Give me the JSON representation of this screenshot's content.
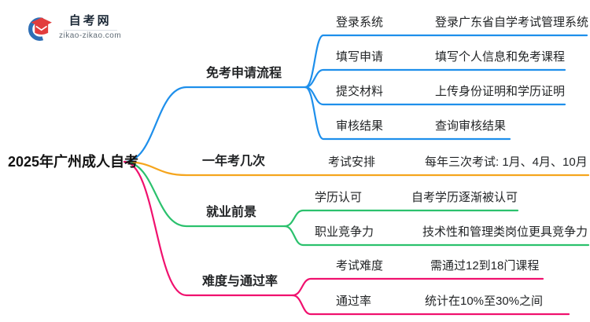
{
  "logo": {
    "title": "自考网",
    "domain": "zikao-zikao.com",
    "icon": "graduation-cap-icon",
    "colors": {
      "cap_red": "#e23d3d",
      "swoosh_blue": "#2f6fb5"
    }
  },
  "root": {
    "label": "2025年广州成人自考",
    "text_color": "#121212"
  },
  "branches": [
    {
      "label": "免考申请流程",
      "color": "#1e8feb",
      "children": [
        {
          "label": "登录系统",
          "value": "登录广东省自学考试管理系统"
        },
        {
          "label": "填写申请",
          "value": "填写个人信息和免考课程"
        },
        {
          "label": "提交材料",
          "value": "上传身份证明和学历证明"
        },
        {
          "label": "审核结果",
          "value": "查询审核结果"
        }
      ]
    },
    {
      "label": "一年考几次",
      "color": "#f5a51d",
      "children": [
        {
          "label": "考试安排",
          "value": "每年三次考试: 1月、4月、10月"
        }
      ]
    },
    {
      "label": "就业前景",
      "color": "#2bc16d",
      "children": [
        {
          "label": "学历认可",
          "value": "自考学历逐渐被认可"
        },
        {
          "label": "职业竞争力",
          "value": "技术性和管理类岗位更具竞争力"
        }
      ]
    },
    {
      "label": "难度与通过率",
      "color": "#f0116e",
      "children": [
        {
          "label": "考试难度",
          "value": "需通过12到18门课程"
        },
        {
          "label": "通过率",
          "value": "统计在10%至30%之间"
        }
      ]
    }
  ]
}
